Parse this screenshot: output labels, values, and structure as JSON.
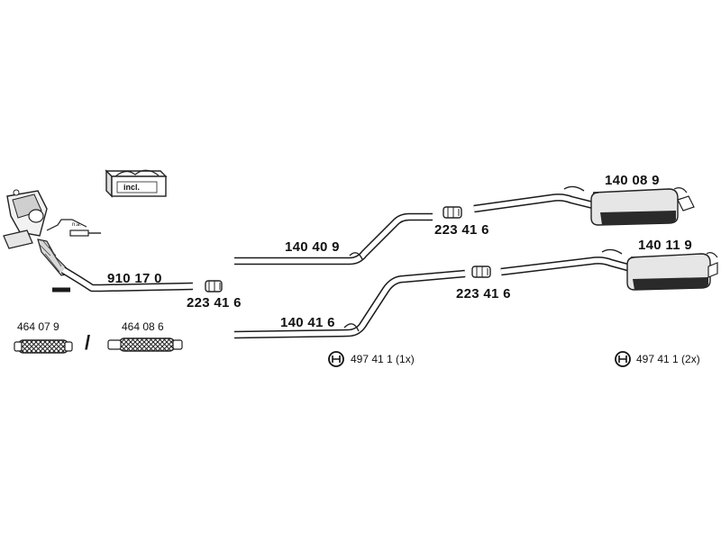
{
  "parts": {
    "front_pipe": "910 17 0",
    "clamp_front": "223 41 6",
    "middle_pipe_upper": "140 40 9",
    "clamp_upper": "223 41 6",
    "rear_muffler_upper": "140 08 9",
    "middle_pipe_lower": "140 41 6",
    "clamp_lower": "223 41 6",
    "rear_muffler_lower": "140 11 9",
    "flex_a": "464 07 9",
    "flex_b": "464 08 6",
    "mount_1": "497 41 1 (1x)",
    "mount_2": "497 41 1 (2x)"
  },
  "labels": {
    "incl": "incl.",
    "na": "n.a.",
    "separator": "/"
  },
  "colors": {
    "line": "#1a1a1a",
    "pipe_fill": "#ffffff",
    "muffler_fill": "#e6e6e6",
    "muffler_shade": "#2a2a2a"
  },
  "icons": [
    "box-icon",
    "hanger-icon",
    "sensor-icon",
    "clamp-icon",
    "flex-pipe-icon",
    "catalytic-converter-icon",
    "muffler-icon"
  ]
}
